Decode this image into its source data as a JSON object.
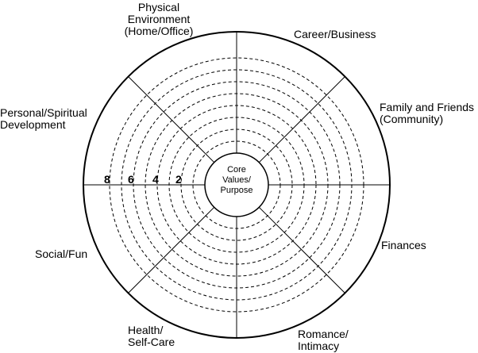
{
  "segments": {
    "physical_environment": "Physical\nEnvironment\n(Home/Office)",
    "career_business": "Career/Business",
    "family_friends": "Family and Friends\n(Community)",
    "finances": "Finances",
    "romance_intimacy": "Romance/\nIntimacy",
    "health_selfcare": "Health/\nSelf-Care",
    "social_fun": "Social/Fun",
    "personal_spiritual": "Personal/Spiritual\nDevelopment"
  },
  "center": {
    "label": "Core\nValues/\nPurpose"
  },
  "ring_numbers": [
    "8",
    "6",
    "4",
    "2"
  ],
  "colors": {
    "line": "#000000",
    "background": "#ffffff"
  }
}
